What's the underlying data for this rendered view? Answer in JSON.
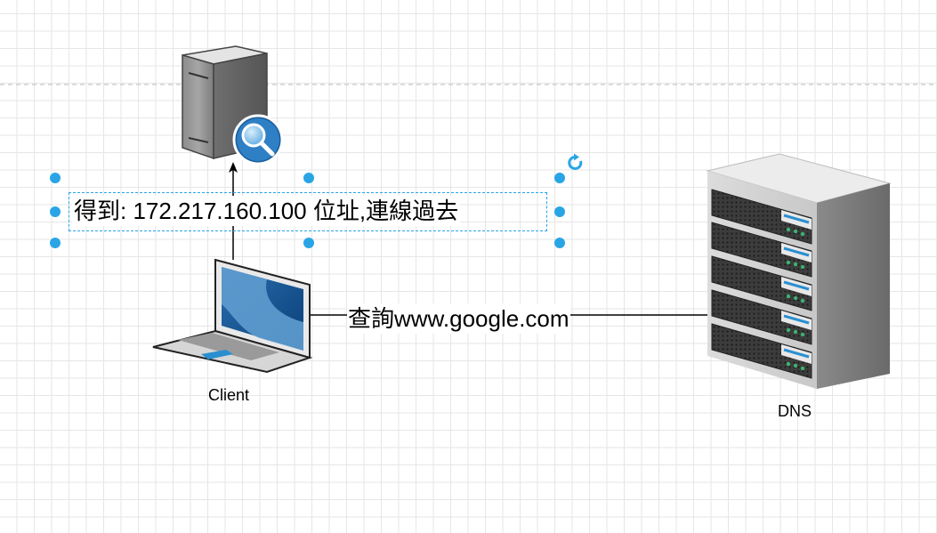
{
  "diagram": {
    "nodes": {
      "client": {
        "label": "Client",
        "icon": "laptop-icon"
      },
      "dns": {
        "label": "DNS",
        "icon": "server-rack-icon"
      },
      "web_server": {
        "label": "",
        "icon": "search-server-icon"
      }
    },
    "edges": {
      "client_to_dns": {
        "label": "查詢www.google.com"
      },
      "client_to_web_server": {
        "label": "得到: 172.217.160.100 位址,連線過去"
      }
    }
  },
  "colors": {
    "grid": "#e6e6e6",
    "selection": "#29a5e6",
    "edge": "#000000"
  }
}
